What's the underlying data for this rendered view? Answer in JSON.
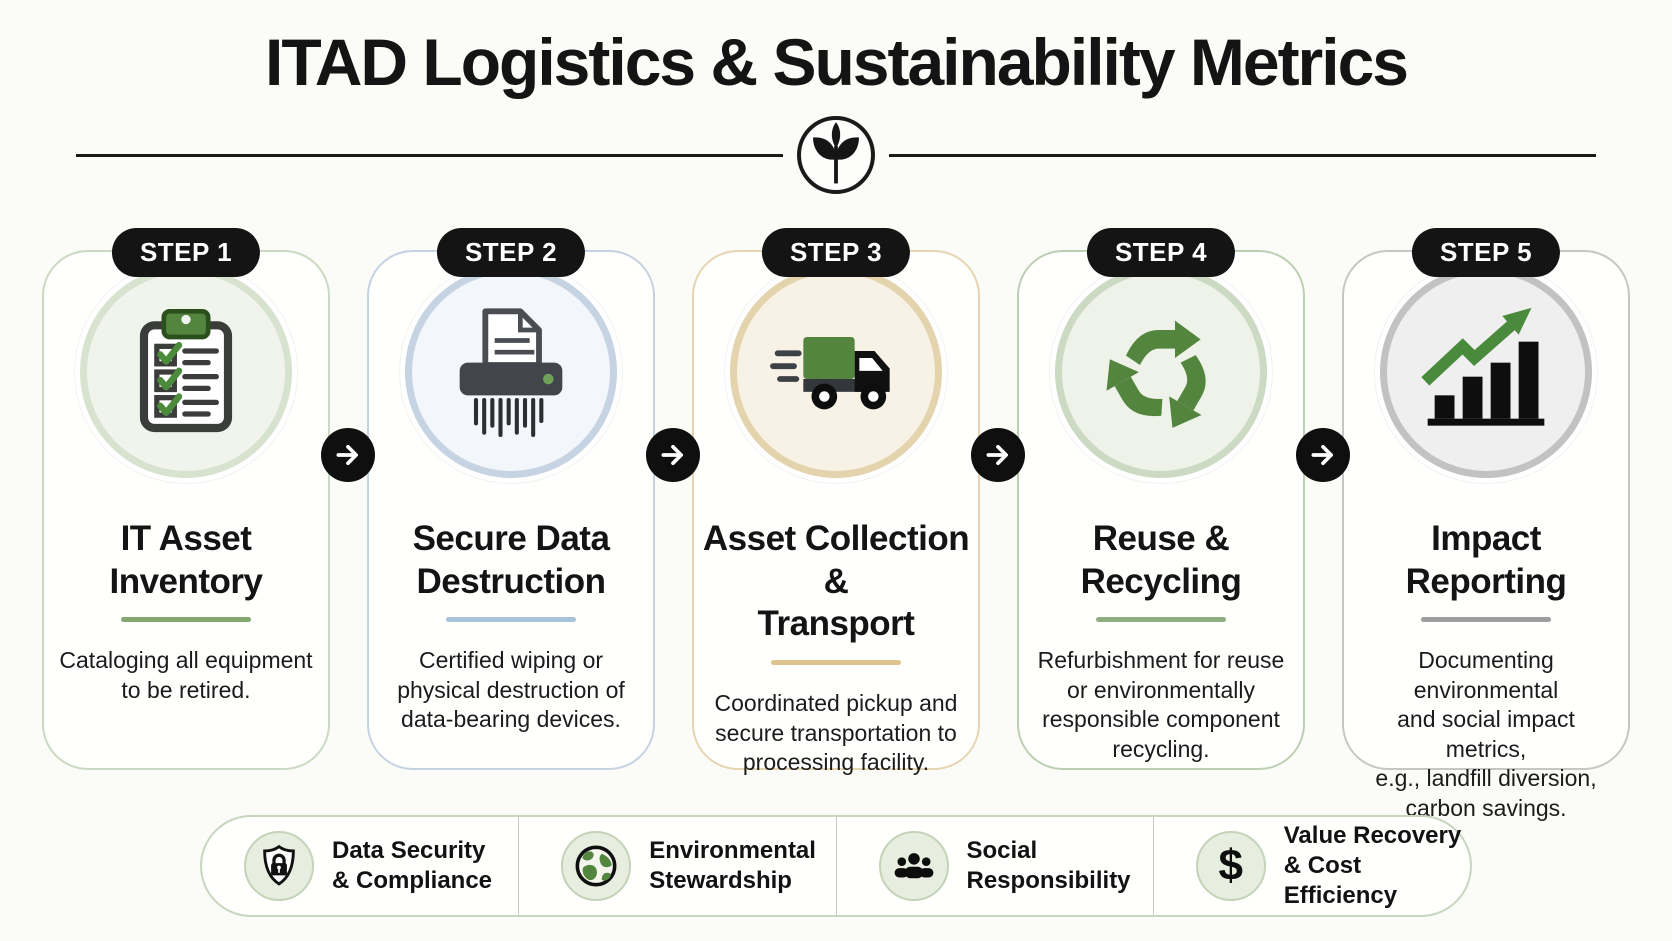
{
  "header": {
    "title": "ITAD Logistics & Sustainability Metrics",
    "divider_icon": "leaf-icon"
  },
  "steps": [
    {
      "badge": "STEP 1",
      "icon": "clipboard-checklist-icon",
      "title_lines": [
        "IT Asset",
        "Inventory"
      ],
      "desc_lines": [
        "Cataloging all equipment",
        "to be retired."
      ],
      "colors": {
        "border": "#cbd9c2",
        "ring": "#d8e3cf",
        "fill": "#f1f4ec",
        "underline": "#84a770"
      }
    },
    {
      "badge": "STEP 2",
      "icon": "shredder-icon",
      "title_lines": [
        "Secure Data",
        "Destruction"
      ],
      "desc_lines": [
        "Certified wiping or",
        "physical destruction of",
        "data-bearing devices."
      ],
      "colors": {
        "border": "#c5d2e2",
        "ring": "#c6d3e2",
        "fill": "#f3f6fa",
        "underline": "#a9c3da"
      }
    },
    {
      "badge": "STEP 3",
      "icon": "delivery-truck-icon",
      "title_lines": [
        "Asset Collection &",
        "Transport"
      ],
      "desc_lines": [
        "Coordinated pickup and",
        "secure transportation to",
        "processing facility."
      ],
      "colors": {
        "border": "#e5d5b0",
        "ring": "#e4d4ae",
        "fill": "#f8f2e6",
        "underline": "#ddc48f"
      }
    },
    {
      "badge": "STEP 4",
      "icon": "recycle-icon",
      "title_lines": [
        "Reuse &",
        "Recycling"
      ],
      "desc_lines": [
        "Refurbishment for reuse",
        "or environmentally",
        "responsible component",
        "recycling."
      ],
      "colors": {
        "border": "#bccfb2",
        "ring": "#ccd9c3",
        "fill": "#eef2e8",
        "underline": "#8fae80"
      }
    },
    {
      "badge": "STEP 5",
      "icon": "bar-chart-growth-icon",
      "title_lines": [
        "Impact",
        "Reporting"
      ],
      "desc_lines": [
        "Documenting environmental",
        "and social impact metrics,",
        "e.g., landfill diversion,",
        "carbon savings."
      ],
      "colors": {
        "border": "#c6c6c6",
        "ring": "#c2c2c2",
        "fill": "#efefef",
        "underline": "#9e9e9e"
      }
    }
  ],
  "footer": {
    "items": [
      {
        "icon": "shield-lock-icon",
        "label_lines": [
          "Data Security",
          "& Compliance"
        ]
      },
      {
        "icon": "globe-icon",
        "label_lines": [
          "Environmental",
          "Stewardship"
        ]
      },
      {
        "icon": "people-group-icon",
        "label_lines": [
          "Social",
          "Responsibility"
        ]
      },
      {
        "icon": "dollar-icon",
        "glyph": "$",
        "label_lines": [
          "Value Recovery",
          "& Cost Efficiency"
        ]
      }
    ]
  },
  "palette": {
    "background": "#fbfbf8",
    "text_dark": "#141414",
    "badge_bg": "#141414",
    "badge_text": "#ffffff",
    "arrow_bg": "#0f0f0f",
    "divider_line": "#1a1a1a",
    "icon_green": "#54853f",
    "check_green": "#4c8a3c",
    "chart_green": "#4a8a3c",
    "footer_border": "#c8d5bf",
    "footer_icon_bg": "#e7eedf",
    "footer_icon_ring": "#c4d3b8",
    "footer_divider": "#c9c9c9"
  }
}
